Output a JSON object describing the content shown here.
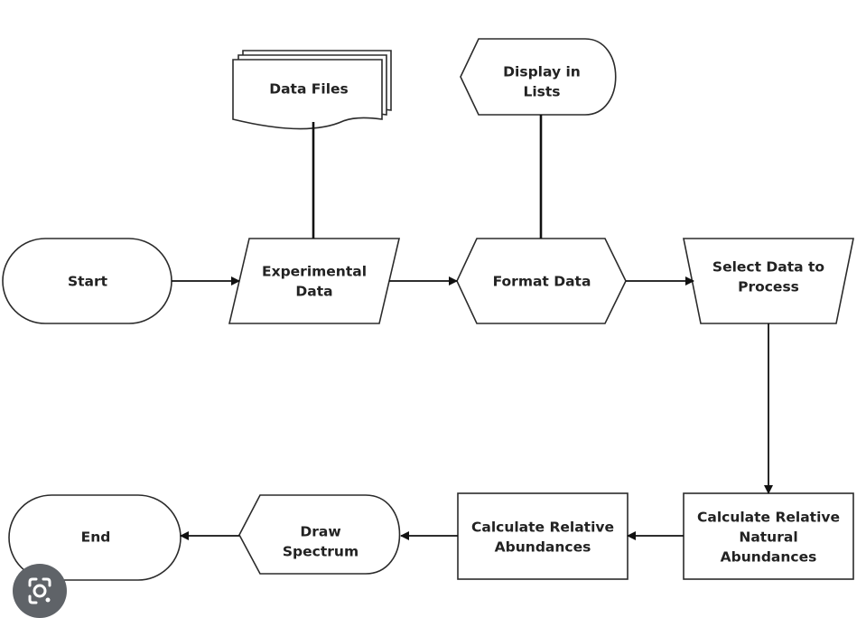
{
  "nodes": {
    "data_files": "Data Files",
    "display_in_lists": [
      "Display in",
      "Lists"
    ],
    "start": "Start",
    "experimental_data": [
      "Experimental",
      "Data"
    ],
    "format_data": "Format Data",
    "select_data": [
      "Select Data to",
      "Process"
    ],
    "calc_natural": [
      "Calculate Relative",
      "Natural",
      "Abundances"
    ],
    "calc_relative": [
      "Calculate Relative",
      "Abundances"
    ],
    "draw_spectrum": [
      "Draw",
      "Spectrum"
    ],
    "end": "End"
  },
  "icons": {
    "lens": "visual-search-icon"
  }
}
